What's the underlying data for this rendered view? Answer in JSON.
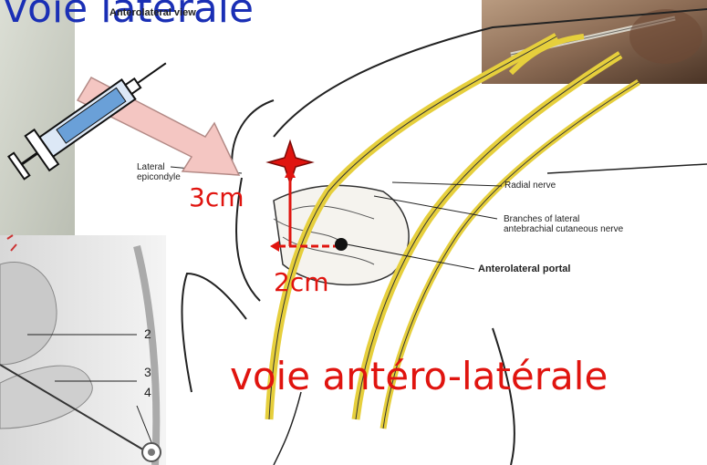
{
  "title": "voie latérale",
  "figure_title": "Anterolateral view",
  "labels": {
    "lateral_epicondyle": "Lateral\nepicondyle",
    "radial_nerve": "Radial nerve",
    "branches": "Branches of lateral\nantebrachial cutaneous nerve",
    "anterolateral_portal": "Anterolateral portal"
  },
  "measure_vertical": "3cm",
  "measure_horizontal": "2cm",
  "approach_label": "voie antéro-latérale",
  "inset_numbers": [
    "2",
    "3",
    "4"
  ],
  "colors": {
    "title": "#1a2fb5",
    "red": "#e0140f",
    "nerve": "#e6cf3c",
    "arrow_fill": "#f4c6c2"
  }
}
